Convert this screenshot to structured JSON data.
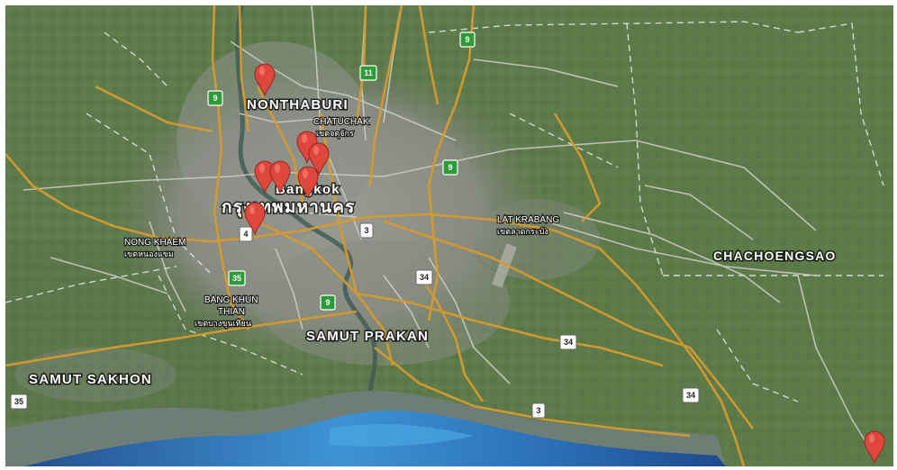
{
  "colors": {
    "land": "#5e7a4b",
    "urban": "#8a8e84",
    "sea_deep": "#1a3f8a",
    "sea_shallow": "#3d8ed1",
    "mud": "#6f7e7a",
    "road_major": "#d69a2f",
    "road_minor": "#c7c7bf",
    "boundary": "#e9e9e9",
    "marker": "#e0473c",
    "shield_green": "#2e9b3a"
  },
  "labels": {
    "nonthaburi": "NONTHABURI",
    "chatuchak": "CHATUCHAK",
    "chatuchak_thai": "เขตจตุจักร",
    "bangkok_en": "Bangkok",
    "bangkok_thai": "กรุงเทพมหานคร",
    "lat_krabang": "LAT KRABANG",
    "lat_krabang_thai": "เขตลาดกระบัง",
    "chachoengsao": "CHACHOENGSAO",
    "nong_khaem": "NONG KHAEM",
    "nong_khaem_thai": "เขตหนองแขม",
    "bang_khun_thian_1": "BANG KHUN",
    "bang_khun_thian_2": "THIAN",
    "bang_khun_thian_thai": "เขตบางขุนเทียน",
    "samut_prakan": "SAMUT PRAKAN",
    "samut_sakhon": "SAMUT SAKHON"
  },
  "shields": {
    "s9_north": "9",
    "s11": "11",
    "s9_west": "9",
    "s9_east": "9",
    "s4": "4",
    "s3": "3",
    "s35_green": "35",
    "s9_south": "9",
    "s34_a": "34",
    "s34_b": "34",
    "s34_c": "34",
    "s3_south": "3",
    "s35_west": "35"
  },
  "markers": [
    {
      "name": "marker-nonthaburi",
      "icon": "map-pin-icon"
    },
    {
      "name": "marker-chatuchak",
      "icon": "map-pin-icon"
    },
    {
      "name": "marker-huai-khwang",
      "icon": "map-pin-icon"
    },
    {
      "name": "marker-central-1",
      "icon": "map-pin-icon"
    },
    {
      "name": "marker-central-2",
      "icon": "map-pin-icon"
    },
    {
      "name": "marker-central-3",
      "icon": "map-pin-icon"
    },
    {
      "name": "marker-thonburi",
      "icon": "map-pin-icon"
    },
    {
      "name": "marker-chachoengsao",
      "icon": "map-pin-icon"
    }
  ]
}
